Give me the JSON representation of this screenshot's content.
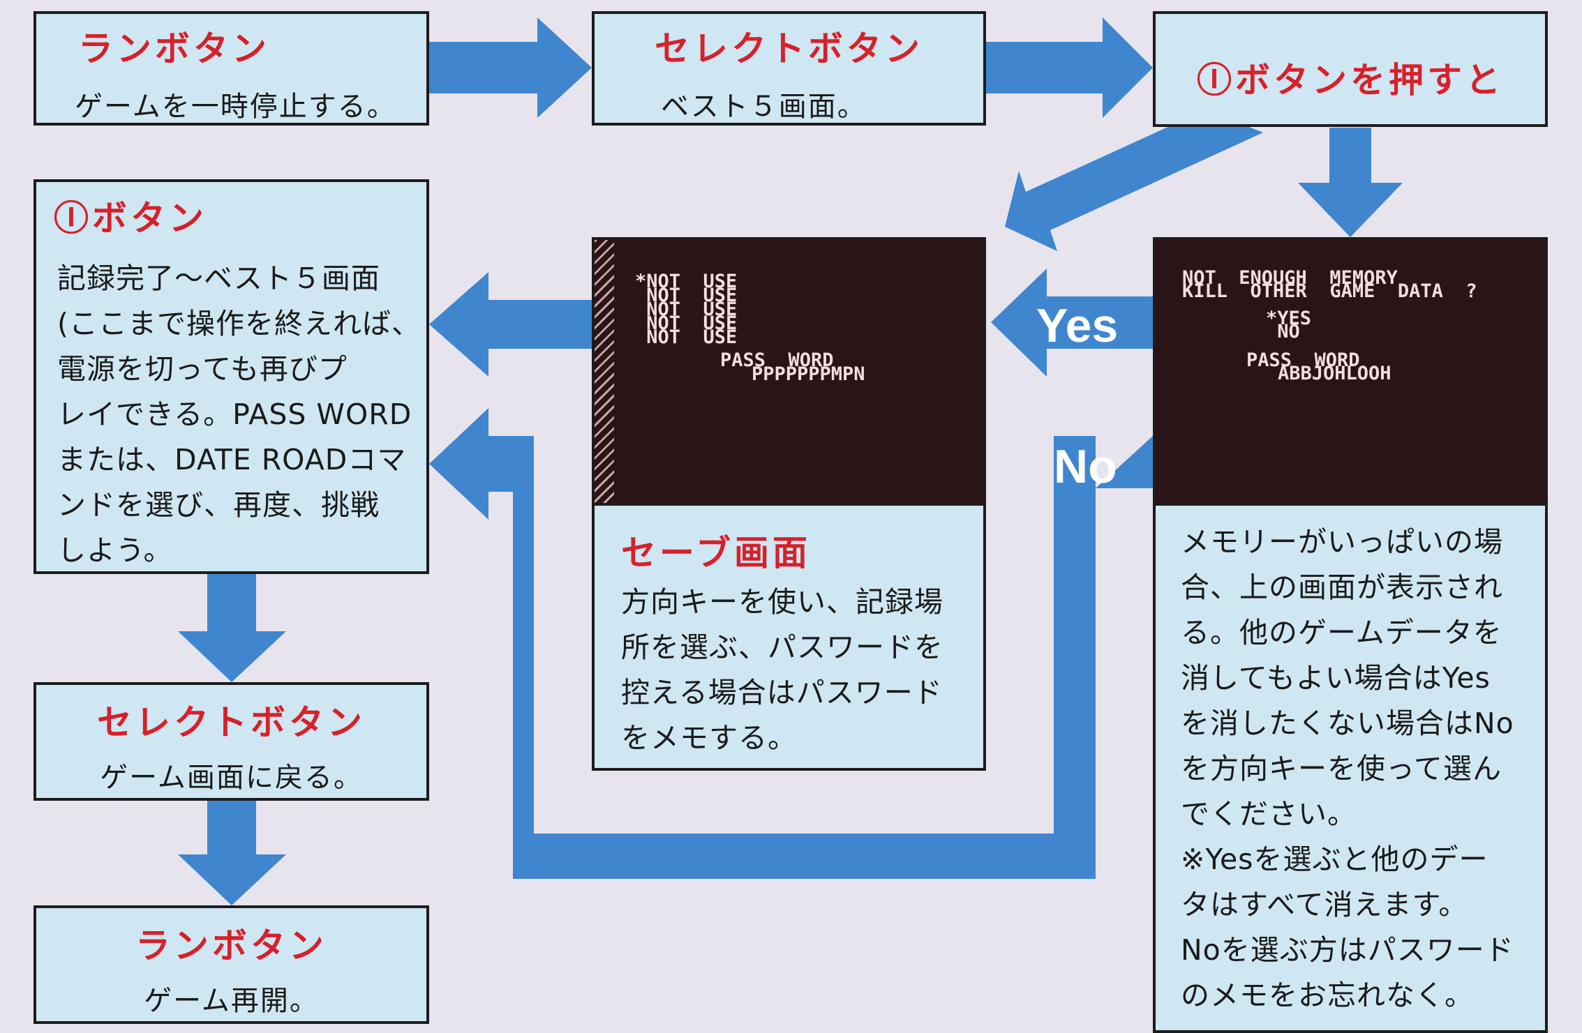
{
  "colors": {
    "arrow": "#3f86cf",
    "box": "#cfe7f2",
    "title": "#d8202a",
    "screen": "#2a1418"
  },
  "b1": {
    "title": "ランボタン",
    "text": "ゲームを一時停止する。"
  },
  "b2": {
    "title": "セレクトボタン",
    "text": "ベスト５画面。"
  },
  "b3": {
    "title": "Ⓘボタンを押すと"
  },
  "b4": {
    "title": "Ⓘボタン",
    "lines": [
      "記録完了～ベスト５画面",
      "(ここまで操作を終えれば、",
      "電源を切っても再びプ",
      "レイできる。PASS WORD",
      "または、DATE ROADコマ",
      "ンドを選び、再度、挑戦",
      "しよう。"
    ]
  },
  "b5": {
    "title": "セレクトボタン",
    "text": "ゲーム画面に戻る。"
  },
  "b6": {
    "title": "ランボタン",
    "text": "ゲーム再開。"
  },
  "save_screen": {
    "lines": [
      "*NOT  USE",
      " NOT  USE",
      " NOT  USE",
      " NOT  USE",
      " NOT  USE"
    ],
    "pw_label": "PASS  WORD",
    "pw_value": "PPPPPPPMPN"
  },
  "save_caption": {
    "title": "セーブ画面",
    "lines": [
      "方向キーを使い、記録場",
      "所を選ぶ、パスワードを",
      "控える場合はパスワード",
      "をメモする。"
    ]
  },
  "memory_screen": {
    "line1": "NOT  ENOUGH  MEMORY",
    "line2": "KILL  OTHER  GAME  DATA  ?",
    "opt_yes": "*YES",
    "opt_no": " NO",
    "pw_label": "PASS  WORD",
    "pw_value": "ABBJOHLOOH"
  },
  "memory_caption": {
    "lines": [
      "メモリーがいっぱいの場",
      "合、上の画面が表示され",
      "る。他のゲームデータを",
      "消してもよい場合はYes",
      "を消したくない場合はNo",
      "を方向キーを使って選ん",
      "でください。",
      "※Yesを選ぶと他のデー",
      "タはすべて消えます。",
      "Noを選ぶ方はパスワード",
      "のメモをお忘れなく。"
    ]
  },
  "labels": {
    "yes": "Yes",
    "no": "No"
  }
}
